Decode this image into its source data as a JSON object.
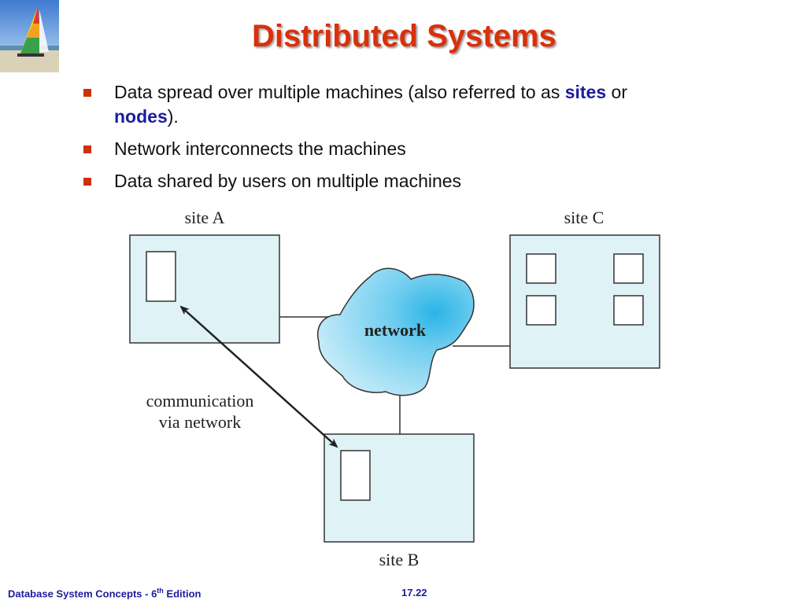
{
  "title": "Distributed Systems",
  "bullets": [
    {
      "pre": "Data spread over multiple machines (also referred to as ",
      "kw1": "sites",
      "mid": " or",
      "kw2": "nodes",
      "post": ")."
    },
    {
      "text": "Network interconnects the machines"
    },
    {
      "text": "Data shared by users on multiple machines"
    }
  ],
  "diagram": {
    "site_a": "site A",
    "site_b": "site B",
    "site_c": "site C",
    "network": "network",
    "comm_line1": "communication",
    "comm_line2": "via network"
  },
  "footer": {
    "book_pre": "Database System Concepts - 6",
    "book_sup": "th",
    "book_post": " Edition",
    "page": "17.22"
  }
}
